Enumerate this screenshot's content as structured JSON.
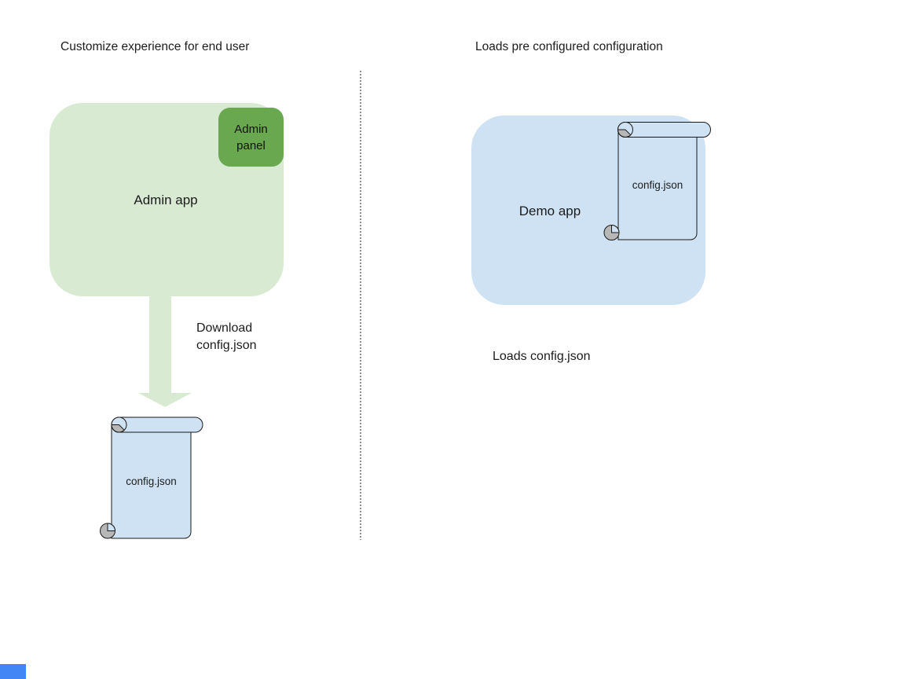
{
  "colors": {
    "canvas_bg": "#ffffff",
    "admin_app_fill": "#d9ead3",
    "admin_panel_fill": "#6aa84f",
    "demo_app_fill": "#cfe2f3",
    "scroll_fill": "#cfe2f3",
    "scroll_curl_gray": "#b7b7b7",
    "arrow_green": "#d9ead3",
    "outline": "#1a1a1a",
    "divider_gray": "#8f8f8f",
    "corner_marker_blue": "#4285f4",
    "text": "#1c1c1c"
  },
  "left": {
    "title": "Customize experience for end user",
    "admin_app_label": "Admin app",
    "admin_panel_label": "Admin panel",
    "arrow_label": "Download\nconfig.json",
    "config_file_label": "config.json"
  },
  "right": {
    "title": "Loads pre configured configuration",
    "demo_app_label": "Demo app",
    "config_file_label": "config.json",
    "caption": "Loads config.json"
  }
}
